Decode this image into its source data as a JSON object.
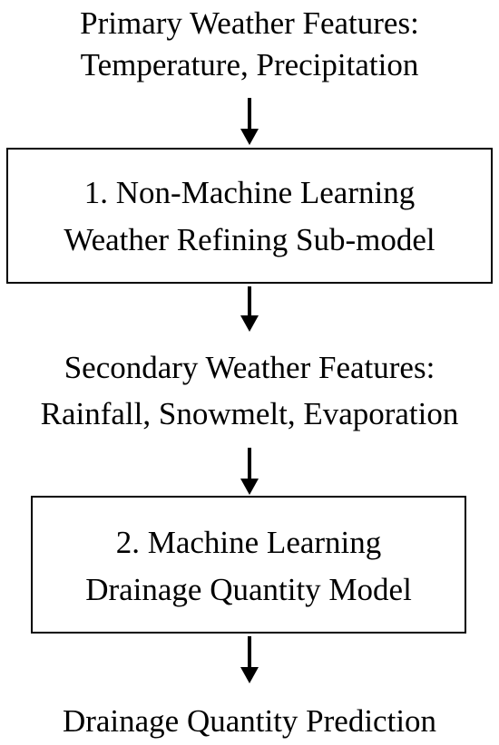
{
  "primary_features": {
    "line1": "Primary Weather Features:",
    "line2": "Temperature, Precipitation"
  },
  "sub_model": {
    "line1": "1. Non-Machine Learning",
    "line2": "Weather Refining Sub-model"
  },
  "secondary_features": {
    "line1": "Secondary Weather Features:",
    "line2": "Rainfall, Snowmelt, Evaporation"
  },
  "main_model": {
    "line1": "2. Machine Learning",
    "line2": "Drainage Quantity Model"
  },
  "output": {
    "line1": "Drainage Quantity Prediction"
  },
  "colors": {
    "stroke": "#000000",
    "background": "#ffffff"
  }
}
